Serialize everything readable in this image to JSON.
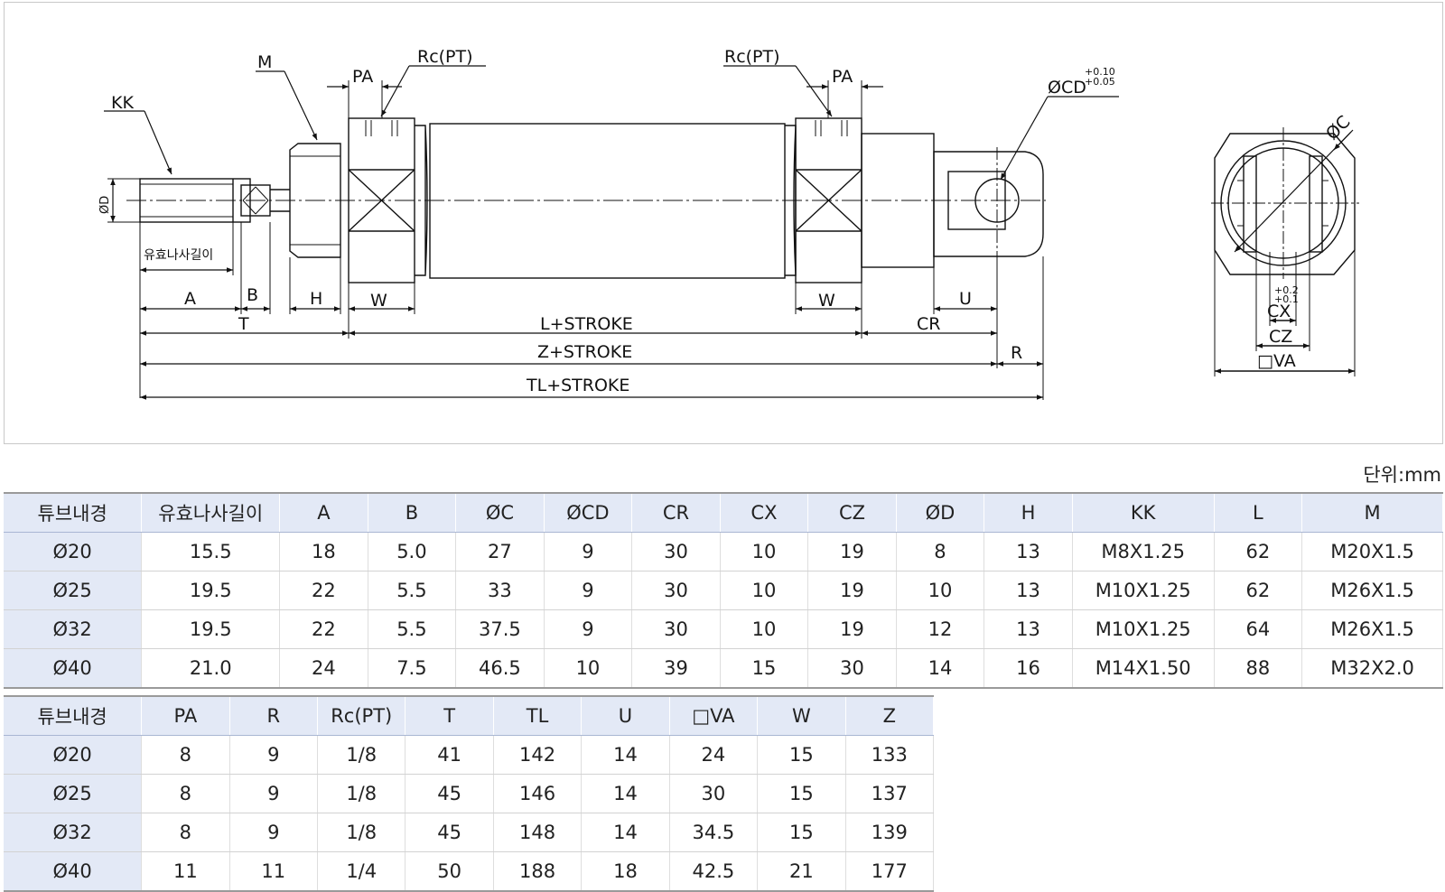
{
  "drawing": {
    "labels": {
      "kk": "KK",
      "m": "M",
      "pa_left": "PA",
      "rc_left": "Rc(PT)",
      "rc_right": "Rc(PT)",
      "pa_right": "PA",
      "cd": "ØCD",
      "cd_tol_upper": "+0.10",
      "cd_tol_lower": "+0.05",
      "d": "ØD",
      "thread_length": "유효나사길이",
      "a": "A",
      "b": "B",
      "h": "H",
      "w_left": "W",
      "w_right": "W",
      "u": "U",
      "t": "T",
      "l_stroke": "L+STROKE",
      "cr": "CR",
      "z_stroke": "Z+STROKE",
      "r": "R",
      "tl_stroke": "TL+STROKE",
      "c": "ØC",
      "cx_tol_upper": "+0.2",
      "cx_tol_lower": "+0.1",
      "cx": "CX",
      "cz": "CZ",
      "va": "□VA"
    }
  },
  "unit": "단위:mm",
  "table1": {
    "headers": [
      "튜브내경",
      "유효나사길이",
      "A",
      "B",
      "ØC",
      "ØCD",
      "CR",
      "CX",
      "CZ",
      "ØD",
      "H",
      "KK",
      "L",
      "M"
    ],
    "rows": [
      [
        "Ø20",
        "15.5",
        "18",
        "5.0",
        "27",
        "9",
        "30",
        "10",
        "19",
        "8",
        "13",
        "M8X1.25",
        "62",
        "M20X1.5"
      ],
      [
        "Ø25",
        "19.5",
        "22",
        "5.5",
        "33",
        "9",
        "30",
        "10",
        "19",
        "10",
        "13",
        "M10X1.25",
        "62",
        "M26X1.5"
      ],
      [
        "Ø32",
        "19.5",
        "22",
        "5.5",
        "37.5",
        "9",
        "30",
        "10",
        "19",
        "12",
        "13",
        "M10X1.25",
        "64",
        "M26X1.5"
      ],
      [
        "Ø40",
        "21.0",
        "24",
        "7.5",
        "46.5",
        "10",
        "39",
        "15",
        "30",
        "14",
        "16",
        "M14X1.50",
        "88",
        "M32X2.0"
      ]
    ]
  },
  "table2": {
    "headers": [
      "튜브내경",
      "PA",
      "R",
      "Rc(PT)",
      "T",
      "TL",
      "U",
      "□VA",
      "W",
      "Z"
    ],
    "rows": [
      [
        "Ø20",
        "8",
        "9",
        "1/8",
        "41",
        "142",
        "14",
        "24",
        "15",
        "133"
      ],
      [
        "Ø25",
        "8",
        "9",
        "1/8",
        "45",
        "146",
        "14",
        "30",
        "15",
        "137"
      ],
      [
        "Ø32",
        "8",
        "9",
        "1/8",
        "45",
        "148",
        "14",
        "34.5",
        "15",
        "139"
      ],
      [
        "Ø40",
        "11",
        "11",
        "1/4",
        "50",
        "188",
        "18",
        "42.5",
        "21",
        "177"
      ]
    ]
  }
}
